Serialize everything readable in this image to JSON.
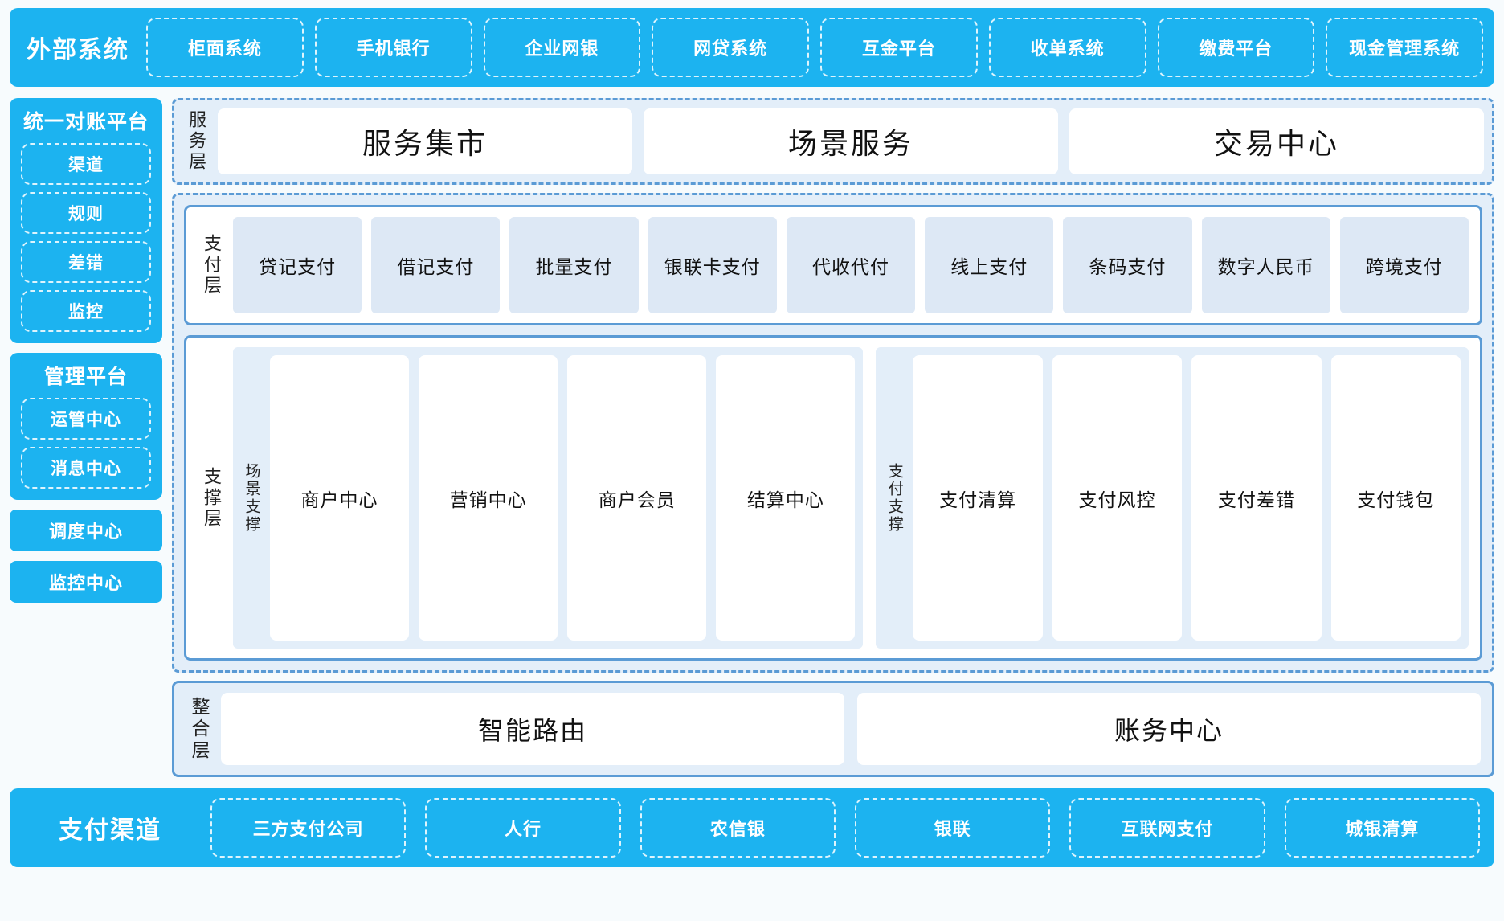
{
  "colors": {
    "cyan": "#1cb3f0",
    "group_border": "#5b9bd5",
    "group_fill": "#e3eef9",
    "pay_card_fill": "#dde8f5",
    "page_bg": "#f7fbfd"
  },
  "external": {
    "title": "外部系统",
    "items": [
      "柜面系统",
      "手机银行",
      "企业网银",
      "网贷系统",
      "互金平台",
      "收单系统",
      "缴费平台",
      "现金管理系统"
    ]
  },
  "rail": {
    "reconciliation": {
      "title": "统一对账平台",
      "items": [
        "渠道",
        "规则",
        "差错",
        "监控"
      ]
    },
    "management": {
      "title": "管理平台",
      "items": [
        "运管中心",
        "消息中心"
      ]
    },
    "standalone": [
      "调度中心",
      "监控中心"
    ]
  },
  "service_layer": {
    "label": "服务层",
    "cards": [
      "服务集市",
      "场景服务",
      "交易中心"
    ]
  },
  "payment_layer": {
    "label": "支付层",
    "cards": [
      "贷记支付",
      "借记支付",
      "批量支付",
      "银联卡支付",
      "代收代付",
      "线上支付",
      "条码支付",
      "数字人民币",
      "跨境支付"
    ]
  },
  "support_layer": {
    "label": "支撑层",
    "groups": [
      {
        "label": "场景支撑",
        "cards": [
          "商户中心",
          "营销中心",
          "商户会员",
          "结算中心"
        ]
      },
      {
        "label": "支付支撑",
        "cards": [
          "支付清算",
          "支付风控",
          "支付差错",
          "支付钱包"
        ]
      }
    ]
  },
  "integration_layer": {
    "label": "整合层",
    "cards": [
      "智能路由",
      "账务中心"
    ]
  },
  "channel": {
    "title": "支付渠道",
    "items": [
      "三方支付公司",
      "人行",
      "农信银",
      "银联",
      "互联网支付",
      "城银清算"
    ]
  }
}
